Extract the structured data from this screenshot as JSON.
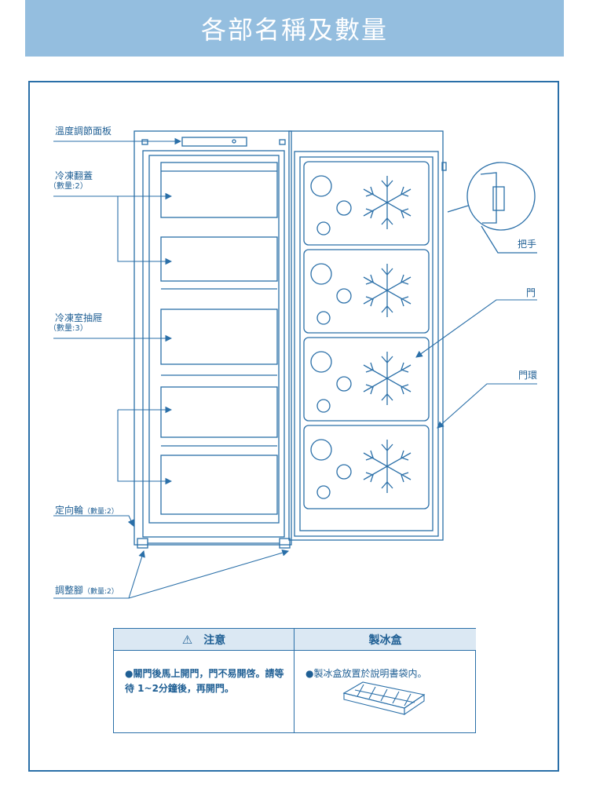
{
  "page": {
    "title": "各部名稱及數量"
  },
  "labels": {
    "control_panel": "溫度調節面板",
    "flap_title": "冷凍翻蓋",
    "flap_qty": "（數量:2）",
    "drawer_title": "冷凍室抽屜",
    "drawer_qty": "（數量:3）",
    "caster": "定向輪",
    "caster_qty": "（數量:2）",
    "foot": "調整腳",
    "foot_qty": "（數量:2）",
    "handle": "把手",
    "door": "門",
    "gasket": "門環"
  },
  "notice": {
    "caution_icon": "warning-triangle-icon",
    "caution_title": "注意",
    "caution_text": "●關門後馬上開門，門不易開啓。請等待 1~2分鐘後，再開門。",
    "ice_title": "製冰盒",
    "ice_text": "●製冰盒放置於說明書袋内。"
  },
  "colors": {
    "banner": "#94bedf",
    "line": "#2a6fa8",
    "text": "#1f5f94",
    "header_bg": "#dbe8f3"
  }
}
